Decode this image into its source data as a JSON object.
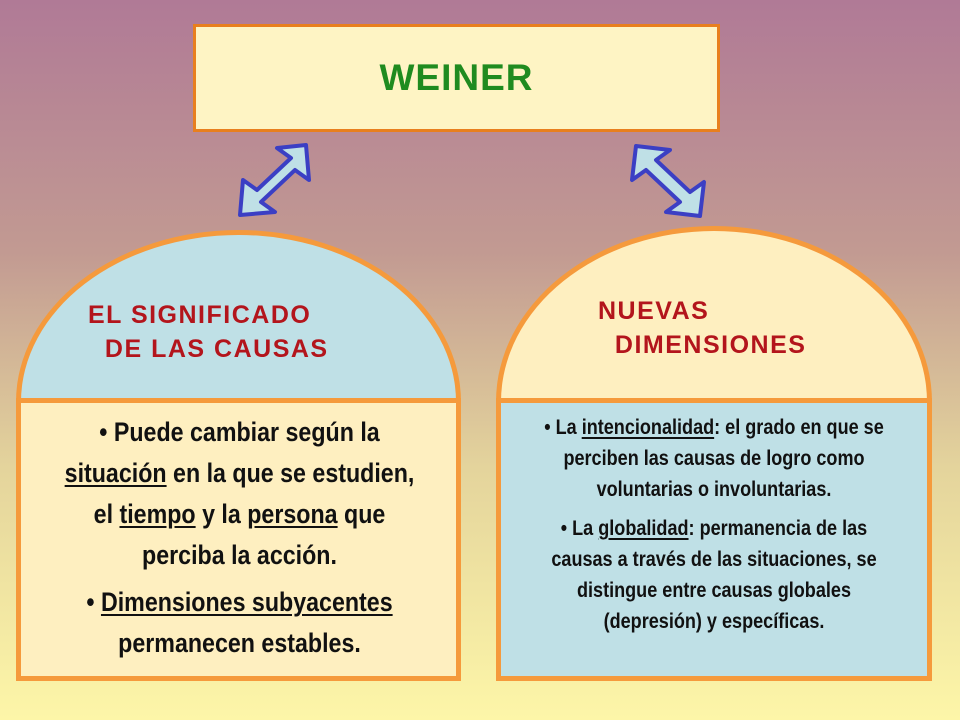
{
  "title": "WEINER",
  "left": {
    "heading_line1": "EL SIGNIFICADO",
    "heading_line2": "DE LAS CAUSAS",
    "bullet1": {
      "marker": "•",
      "t1": " Puede cambiar según la ",
      "u1": "situación",
      "t2": " en la que se estudien, el ",
      "u2": "tiempo",
      "t3": " y la ",
      "u3": "persona",
      "t4": " que perciba la acción."
    },
    "bullet2": {
      "marker": "•",
      "u1": "Dimensiones subyacentes",
      "t1": " permanecen estables."
    }
  },
  "right": {
    "heading_line1": "NUEVAS",
    "heading_line2": "DIMENSIONES",
    "bullet1": {
      "marker": "•",
      "t1": " La ",
      "u1": "intencionalidad",
      "t2": ": el grado en que se perciben las causas de logro como voluntarias o involuntarias."
    },
    "bullet2": {
      "marker": "•",
      "t1": " La ",
      "u1": "globalidad",
      "t2": ": permanencia de las causas a través de las situaciones, se distingue entre causas globales (depresión) y específicas."
    }
  },
  "colors": {
    "title_text": "#1f8b1f",
    "heading_text": "#b3151c",
    "border": "#f59a3c",
    "arrow_fill": "#bfe0e6",
    "arrow_stroke": "#3b3fc4"
  },
  "icons": {
    "left_arrow": "double-headed-arrow-icon",
    "right_arrow": "double-headed-arrow-icon"
  }
}
